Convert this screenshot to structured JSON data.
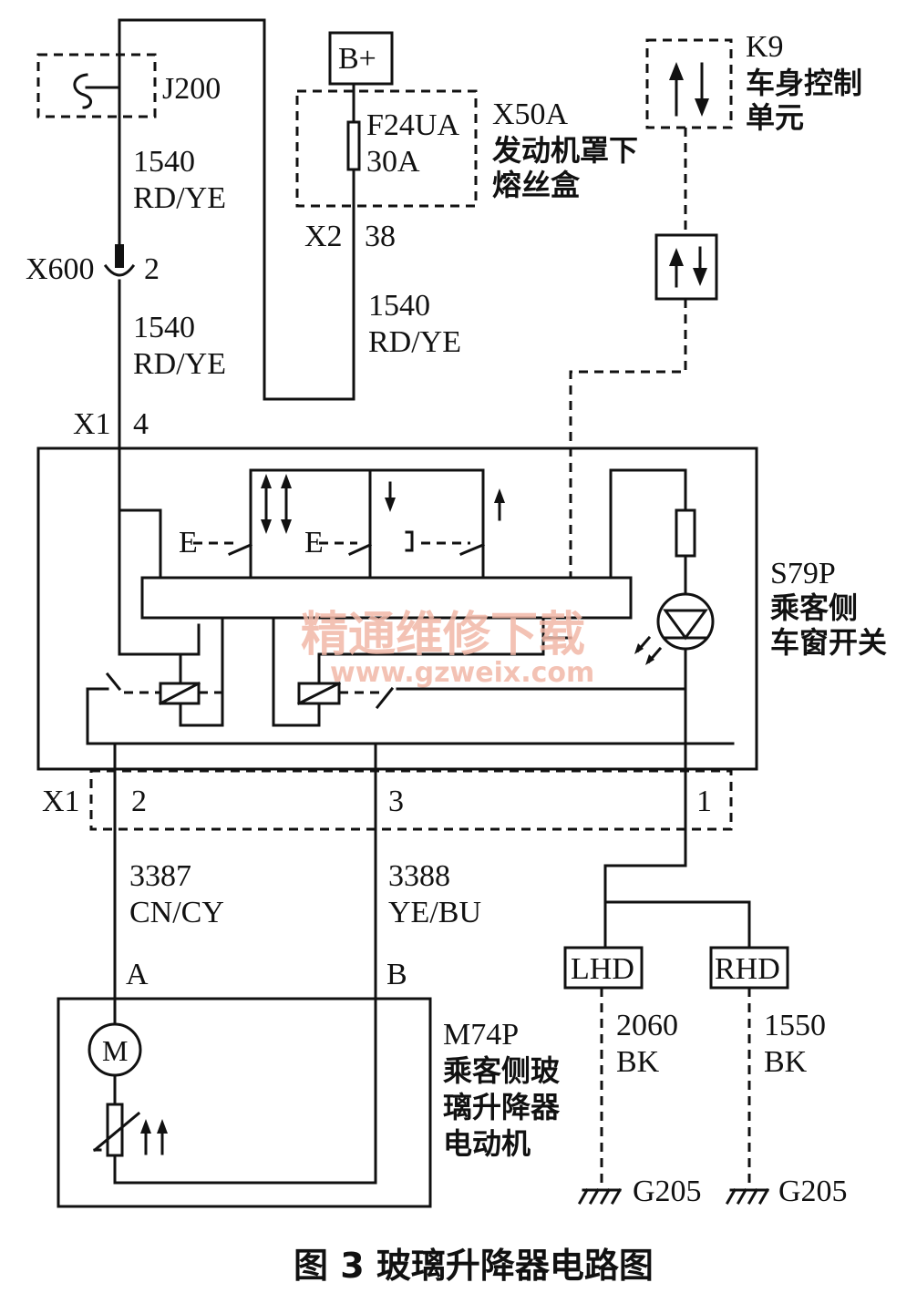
{
  "components": {
    "j200": "J200",
    "bplus": "B+",
    "fuse_id": "F24UA",
    "fuse_rating": "30A",
    "x50a_id": "X50A",
    "x50a_name_1": "发动机罩下",
    "x50a_name_2": "熔丝盒",
    "k9_id": "K9",
    "k9_name_1": "车身控制",
    "k9_name_2": "单元",
    "s79p_id": "S79P",
    "s79p_name_1": "乘客侧",
    "s79p_name_2": "车窗开关",
    "m74p_id": "M74P",
    "m74p_name_1": "乘客侧玻",
    "m74p_name_2": "璃升降器",
    "m74p_name_3": "电动机",
    "motor_symbol": "M",
    "lhd": "LHD",
    "rhd": "RHD",
    "ground_left": "G205",
    "ground_right": "G205"
  },
  "connectors": {
    "x2": "X2",
    "x2_pin": "38",
    "x600": "X600",
    "x600_pin": "2",
    "x1_top": "X1",
    "x1_top_pin": "4",
    "x1_bottom": "X1",
    "x1_pin_2": "2",
    "x1_pin_3": "3",
    "x1_pin_1": "1",
    "motor_pin_a": "A",
    "motor_pin_b": "B"
  },
  "wires": {
    "w1_num": "1540",
    "w1_color": "RD/YE",
    "w2_num": "1540",
    "w2_color": "RD/YE",
    "w3_num": "1540",
    "w3_color": "RD/YE",
    "w4_num": "3387",
    "w4_color": "CN/CY",
    "w5_num": "3388",
    "w5_color": "YE/BU",
    "w6_num": "2060",
    "w6_color": "BK",
    "w7_num": "1550",
    "w7_color": "BK"
  },
  "watermark": {
    "text_cn": "精通维修下载",
    "url": "www.gzweix.com"
  },
  "caption": "图 3  玻璃升降器电路图"
}
